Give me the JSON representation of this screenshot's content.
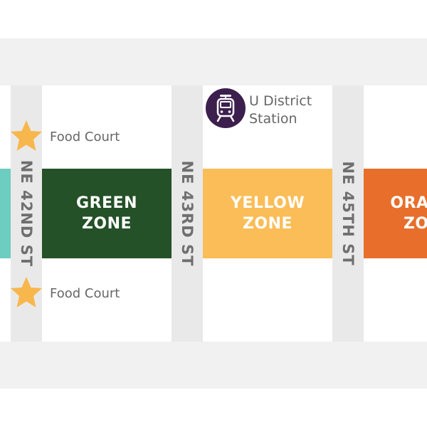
{
  "streets": [
    "NE 42ND ST",
    "NE 43RD ST",
    "NE 45TH ST"
  ],
  "zones": {
    "green": [
      "GREEN",
      "ZONE"
    ],
    "yellow": [
      "YELLOW",
      "ZONE"
    ],
    "orange": [
      "ORANGE",
      "ZONE"
    ]
  },
  "colors": {
    "teal_zone": "#6ccdc0",
    "green_zone": "#245128",
    "yellow_zone": "#fabd57",
    "orange_zone": "#e76f2b",
    "street": "#e9e9e9",
    "band": "#f1f1f1",
    "star": "#f8b74c",
    "station": "#3d1f4e"
  },
  "points_of_interest": [
    {
      "label": "Food Court",
      "icon": "star-icon"
    },
    {
      "label": "Food Court",
      "icon": "star-icon"
    }
  ],
  "station": {
    "line1": "U District",
    "line2": "Station",
    "icon": "light-rail-train-icon"
  }
}
